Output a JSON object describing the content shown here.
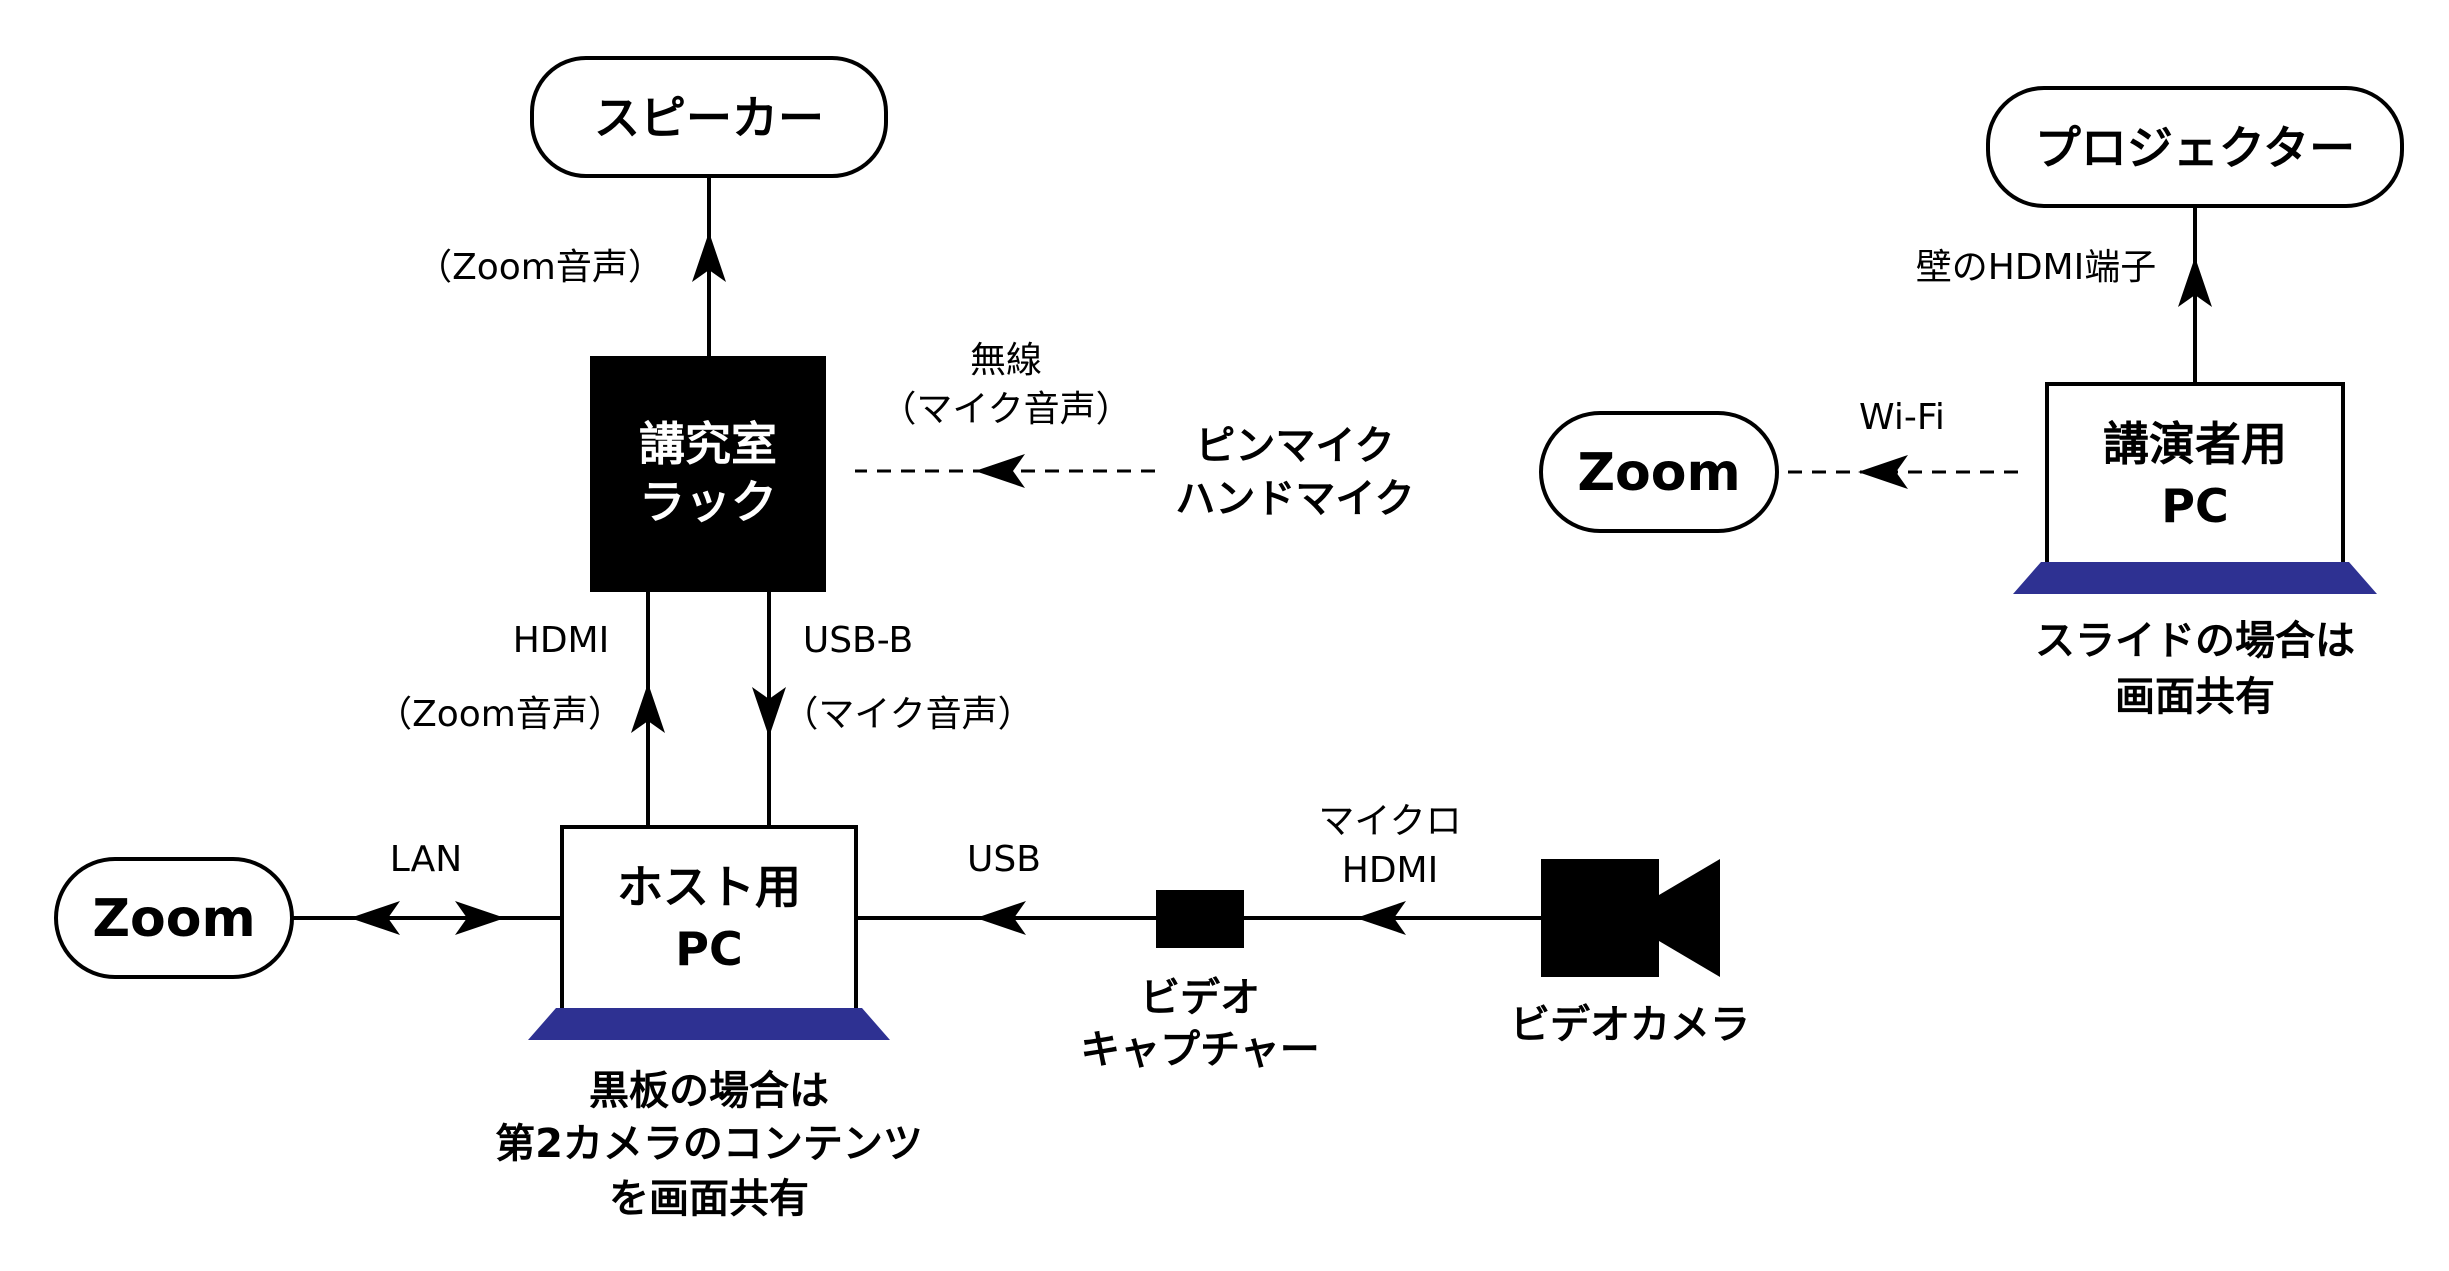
{
  "nodes": {
    "speaker": "スピーカー",
    "rack": [
      "講究室",
      "ラック"
    ],
    "pin_mic": [
      "ピンマイク",
      "ハンドマイク"
    ],
    "host_pc": [
      "ホスト用",
      "PC"
    ],
    "host_note": [
      "黒板の場合は",
      "第2カメラのコンテンツ",
      "を画面共有"
    ],
    "zoom_left": "Zoom",
    "capture": [
      "ビデオ",
      "キャプチャー"
    ],
    "camera": "ビデオカメラ",
    "projector": "プロジェクター",
    "presenter_pc": [
      "講演者用",
      "PC"
    ],
    "presenter_note": [
      "スライドの場合は",
      "画面共有"
    ],
    "zoom_right": "Zoom"
  },
  "edges": {
    "speaker_link": "（Zoom音声）",
    "wireless": [
      "無線",
      "（マイク音声）"
    ],
    "hdmi": [
      "HDMI",
      "（Zoom音声）"
    ],
    "usbb": [
      "USB-B",
      "（マイク音声）"
    ],
    "lan": "LAN",
    "usb": "USB",
    "micro_hdmi": [
      "マイクロ",
      "HDMI"
    ],
    "wall_hdmi": "壁のHDMI端子",
    "wifi": "Wi-Fi"
  },
  "colors": {
    "laptop_base": "#2e3192",
    "rack_fill": "#000000"
  }
}
